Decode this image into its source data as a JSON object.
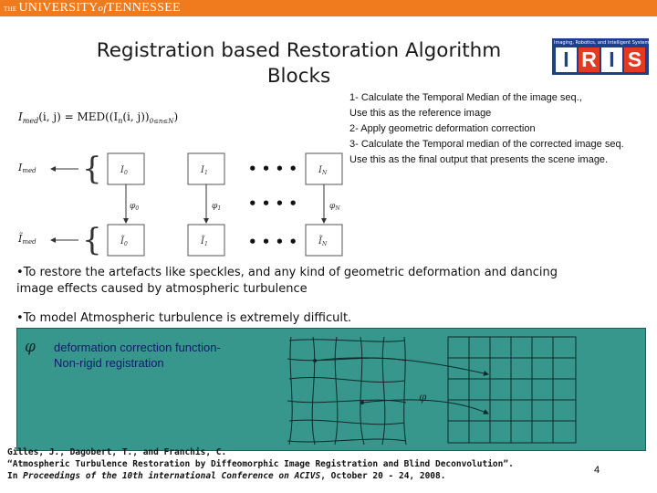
{
  "header": {
    "univ_the": "THE",
    "univ_a": "UNIVERSITY",
    "univ_of": "of",
    "univ_b": "TENNESSEE",
    "accent_color": "#f07a1e"
  },
  "slide": {
    "title_line1": "Registration based Restoration Algorithm",
    "title_line2": "Blocks",
    "page_number": "4"
  },
  "logo": {
    "tagline": "Imaging, Robotics, and Intelligent Systems",
    "letters": [
      "I",
      "R",
      "I",
      "S"
    ]
  },
  "steps": [
    "1- Calculate the Temporal Median of the image seq.,",
    "Use this as the reference image",
    "2- Apply geometric deformation correction",
    "3- Calculate the Temporal median of the corrected image seq.",
    "Use this as the final output that presents the scene image."
  ],
  "formula": {
    "lhs": "I",
    "lhs_sub": "med",
    "rhs": "(i, j) = MED((I",
    "rhs_n": "n",
    "rhs_tail": "(i, j))",
    "range": "0≤n≤N",
    "close": ")"
  },
  "diagram": {
    "row1_out": "I",
    "row1_out_sub": "med",
    "row2_out": "Ĩ",
    "row2_out_sub": "med",
    "frames_top": [
      "I",
      "I",
      "I"
    ],
    "frames_top_sub": [
      "0",
      "1",
      "N"
    ],
    "frames_bottom": [
      "Ĩ",
      "Ĩ",
      "Ĩ"
    ],
    "frames_bottom_sub": [
      "0",
      "1",
      "N"
    ],
    "phis": [
      "φ",
      "φ",
      "φ"
    ],
    "phis_sub": [
      "0",
      "1",
      "N"
    ],
    "dots": "• • • •"
  },
  "bullets": [
    "•To restore the artefacts like speckles, and any kind of geometric deformation and dancing image effects caused by atmospheric turbulence",
    "•To model Atmospheric turbulence is extremely difficult."
  ],
  "deformation": {
    "symbol": "φ",
    "line1": "deformation correction function-",
    "line2": "Non-rigid registration",
    "grid_phi": "φ",
    "box_color": "#37978d"
  },
  "reference": {
    "line1": "Gilles, J., Dagobert, T., and Franchis, C.",
    "line2": "“Atmospheric Turbulence Restoration by Diffeomorphic Image Registration and Blind Deconvolution”.",
    "line3_a": "In ",
    "line3_it": "Proceedings of the 10th international Conference on ACIVS",
    "line3_b": ", October 20 - 24, 2008."
  }
}
